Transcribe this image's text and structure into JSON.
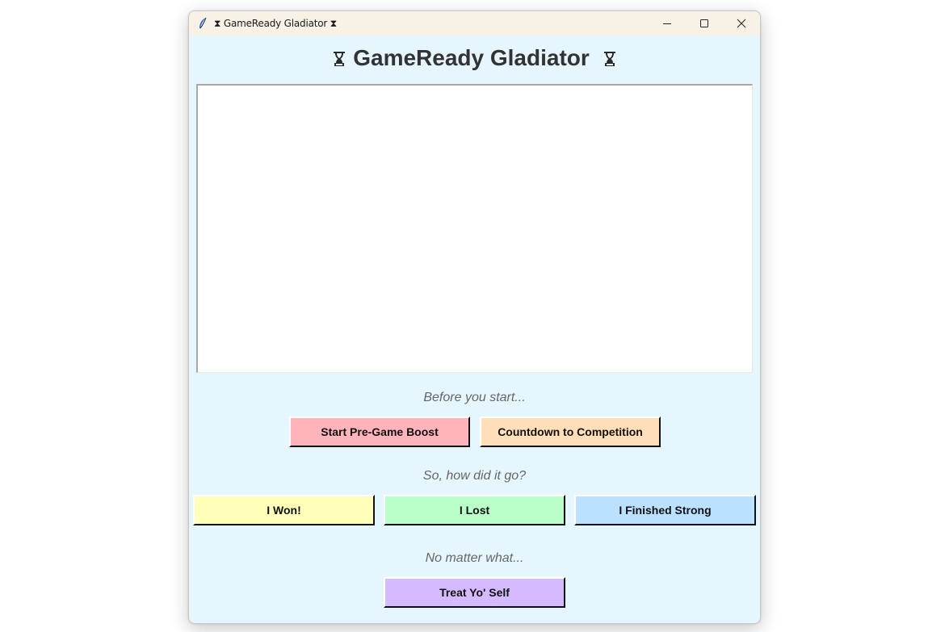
{
  "window": {
    "title": "GameReady Gladiator",
    "title_icon": "trophy-icon",
    "app_icon": "feather-icon",
    "controls": {
      "minimize": "minimize-icon",
      "maximize": "maximize-icon",
      "close": "close-icon"
    }
  },
  "header": {
    "title": "GameReady Gladiator",
    "icon": "trophy-icon"
  },
  "output_box": {
    "value": ""
  },
  "sections": {
    "before": {
      "prompt": "Before you start...",
      "buttons": [
        {
          "label": "Start Pre-Game Boost",
          "color": "#ffb3ba"
        },
        {
          "label": "Countdown to Competition",
          "color": "#ffdfba"
        }
      ]
    },
    "result": {
      "prompt": "So, how did it go?",
      "buttons": [
        {
          "label": "I Won!",
          "color": "#ffffba"
        },
        {
          "label": "I Lost",
          "color": "#baffc9"
        },
        {
          "label": "I Finished Strong",
          "color": "#bae1ff"
        }
      ]
    },
    "after": {
      "prompt": "No matter what...",
      "buttons": [
        {
          "label": "Treat Yo' Self",
          "color": "#d5baff"
        }
      ]
    }
  },
  "colors": {
    "window_bg": "#e6f6fe",
    "titlebar_bg": "#f8f1e5",
    "heading_text": "#333333",
    "prompt_text": "#666666"
  }
}
